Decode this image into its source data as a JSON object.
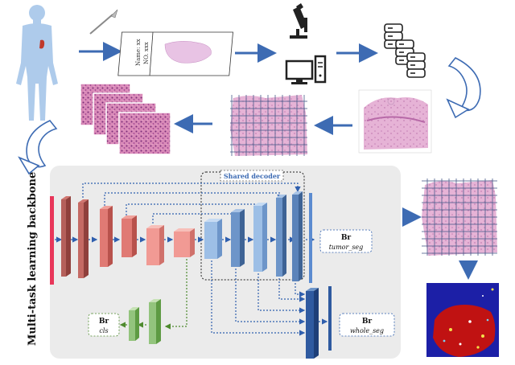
{
  "slide_label": {
    "line1": "Name: xx",
    "line2": "NO. xxx"
  },
  "backbone_title": "Multi-task learning backbone",
  "shared_decoder_label": "Shared decoder",
  "heads": [
    {
      "key": "tumor",
      "title": "Br",
      "subtitle": "tumor_seg"
    },
    {
      "key": "cls",
      "title": "Br",
      "subtitle": "cls"
    },
    {
      "key": "whole",
      "title": "Br",
      "subtitle": "whole_seg"
    }
  ],
  "colors": {
    "arrow": "#3d6bb3",
    "backbone_bg": "#ebebeb",
    "input_bar": "#e8365a",
    "encoder_dark": "#b5605b",
    "encoder_mid": "#e07a74",
    "encoder_light": "#f19a94",
    "decoder_light": "#9dbfe6",
    "decoder_mid": "#6d95c9",
    "decoder_dark": "#4a6fa3",
    "cls_green": "#93c47d",
    "heatmap_bg": "#1c1fa6",
    "heatmap_tumor": "#c01212",
    "tissue_pink": "#e6b3d6",
    "grid_line": "#4a5a8a"
  }
}
